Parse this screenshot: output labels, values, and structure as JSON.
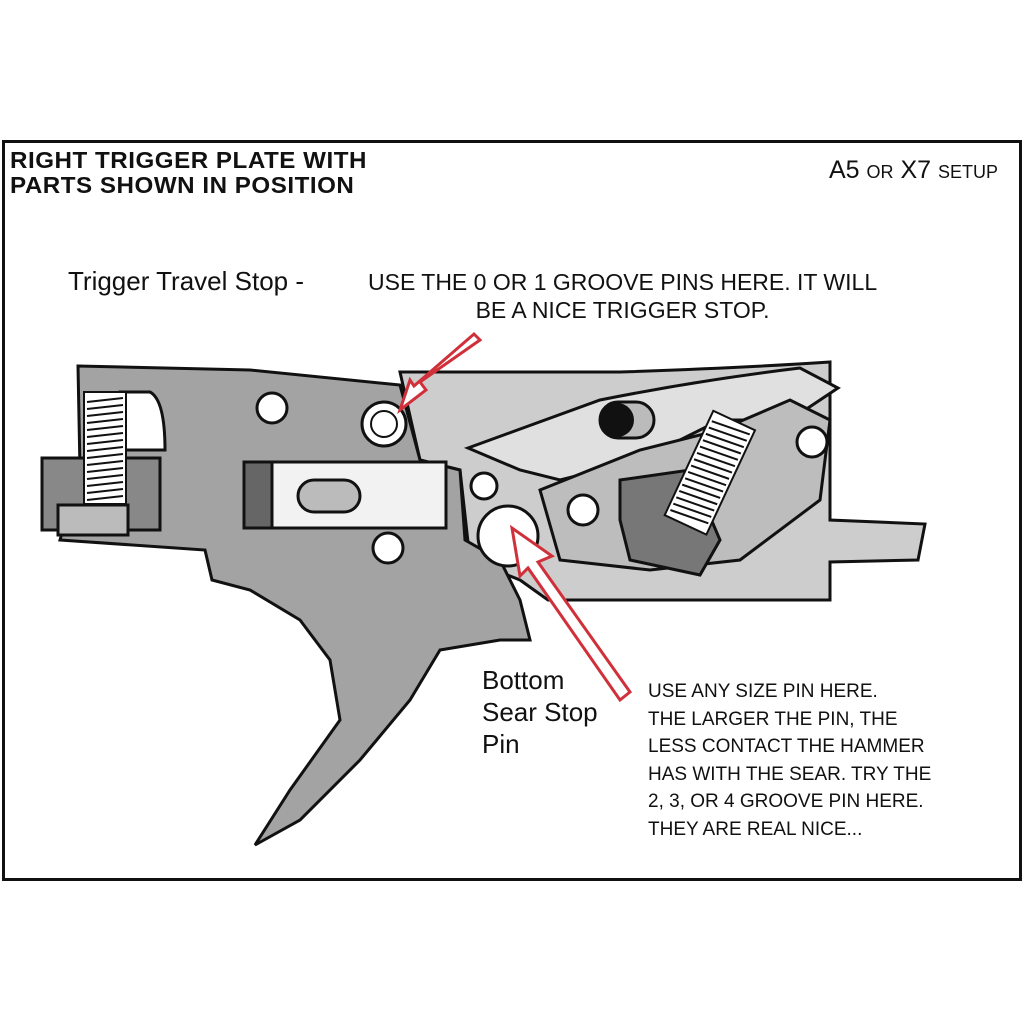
{
  "title": {
    "line1": "RIGHT TRIGGER PLATE WITH",
    "line2": "PARTS SHOWN IN POSITION"
  },
  "setup": {
    "a": "A5",
    "or1": "OR",
    "b": "X7",
    "setup": "SETUP"
  },
  "travel_stop": {
    "label": "Trigger Travel Stop -",
    "note1": "USE THE 0 OR 1 GROOVE PINS HERE. IT WILL",
    "note2": "BE A NICE TRIGGER STOP."
  },
  "sear_stop": {
    "label": [
      "Bottom",
      "Sear Stop",
      "Pin"
    ],
    "note": [
      "USE ANY SIZE PIN HERE.",
      "THE LARGER THE PIN, THE",
      "LESS CONTACT THE HAMMER",
      "HAS WITH THE SEAR. TRY THE",
      "2, 3, OR 4 GROOVE PIN HERE.",
      "THEY ARE REAL NICE..."
    ]
  },
  "colors": {
    "arrow": "#d0303a",
    "dark_plate": "#a3a3a3",
    "light_plate": "#cdcdcd",
    "outline": "#111111"
  }
}
